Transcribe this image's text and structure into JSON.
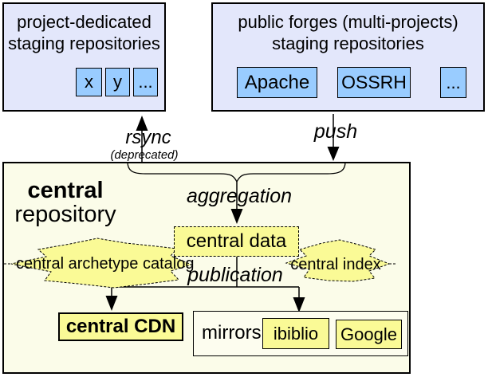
{
  "topLeft": {
    "title_lines": [
      "project-dedicated",
      "staging repositories"
    ],
    "items": [
      "x",
      "y",
      "..."
    ]
  },
  "forges": {
    "title_lines": [
      "public forges (multi-projects)",
      "staging repositories"
    ],
    "items": [
      "Apache",
      "OSSRH",
      "..."
    ]
  },
  "flows": {
    "rsync_label": "rsync",
    "rsync_note": "(deprecated)",
    "push_label": "push",
    "aggregation_label": "aggregation",
    "publication_label": "publication"
  },
  "central": {
    "title_bold": "central",
    "title_rest": "repository",
    "central_data": "central data",
    "archetype_catalog": "central archetype catalog",
    "central_index": "central index",
    "central_cdn": "central CDN",
    "mirrors_label": "mirrors",
    "mirrors": [
      "ibiblio",
      "Google"
    ]
  },
  "colors": {
    "staging_box_bg": "#e3e7fb",
    "staging_item_bg": "#99ccff",
    "central_box_bg": "#fbfce9",
    "highlight_yellow": "#fafa96",
    "line": "#000000"
  }
}
